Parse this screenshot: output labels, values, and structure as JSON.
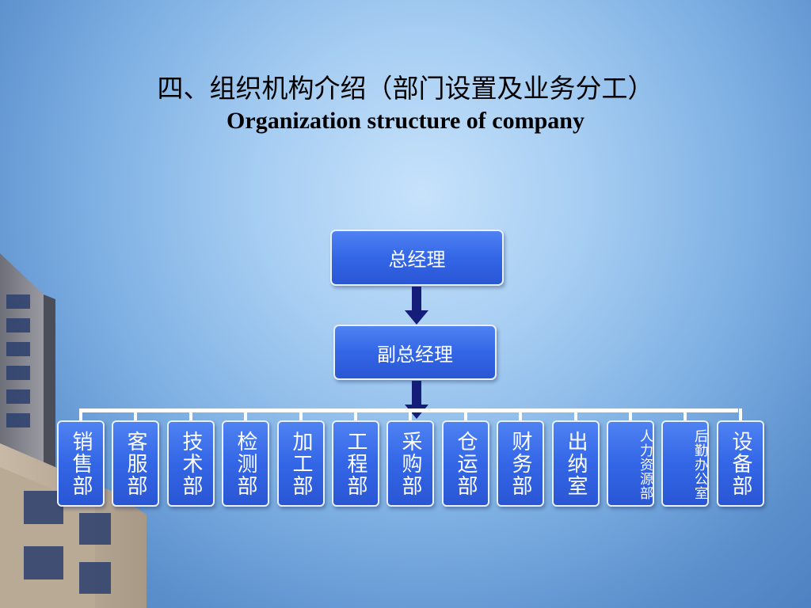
{
  "title": {
    "cn": "四、组织机构介绍（部门设置及业务分工）",
    "en": "Organization structure of company"
  },
  "top": "总经理",
  "deputy": "副总经理",
  "departments": [
    {
      "label": "销售部",
      "small": false
    },
    {
      "label": "客服部",
      "small": false
    },
    {
      "label": "技术部",
      "small": false
    },
    {
      "label": "检测部",
      "small": false
    },
    {
      "label": "加工部",
      "small": false
    },
    {
      "label": "工程部",
      "small": false
    },
    {
      "label": "采购部",
      "small": false
    },
    {
      "label": "仓运部",
      "small": false
    },
    {
      "label": "财务部",
      "small": false
    },
    {
      "label": "出纳室",
      "small": false
    },
    {
      "label": "人力资源部",
      "small": true
    },
    {
      "label": "后勤办公室",
      "small": true
    },
    {
      "label": "设备部",
      "small": false
    }
  ],
  "colors": {
    "box_fill": "#3366e6",
    "box_border": "#e9f1ff",
    "arrow": "#141e7a",
    "connector": "#ffffff"
  }
}
